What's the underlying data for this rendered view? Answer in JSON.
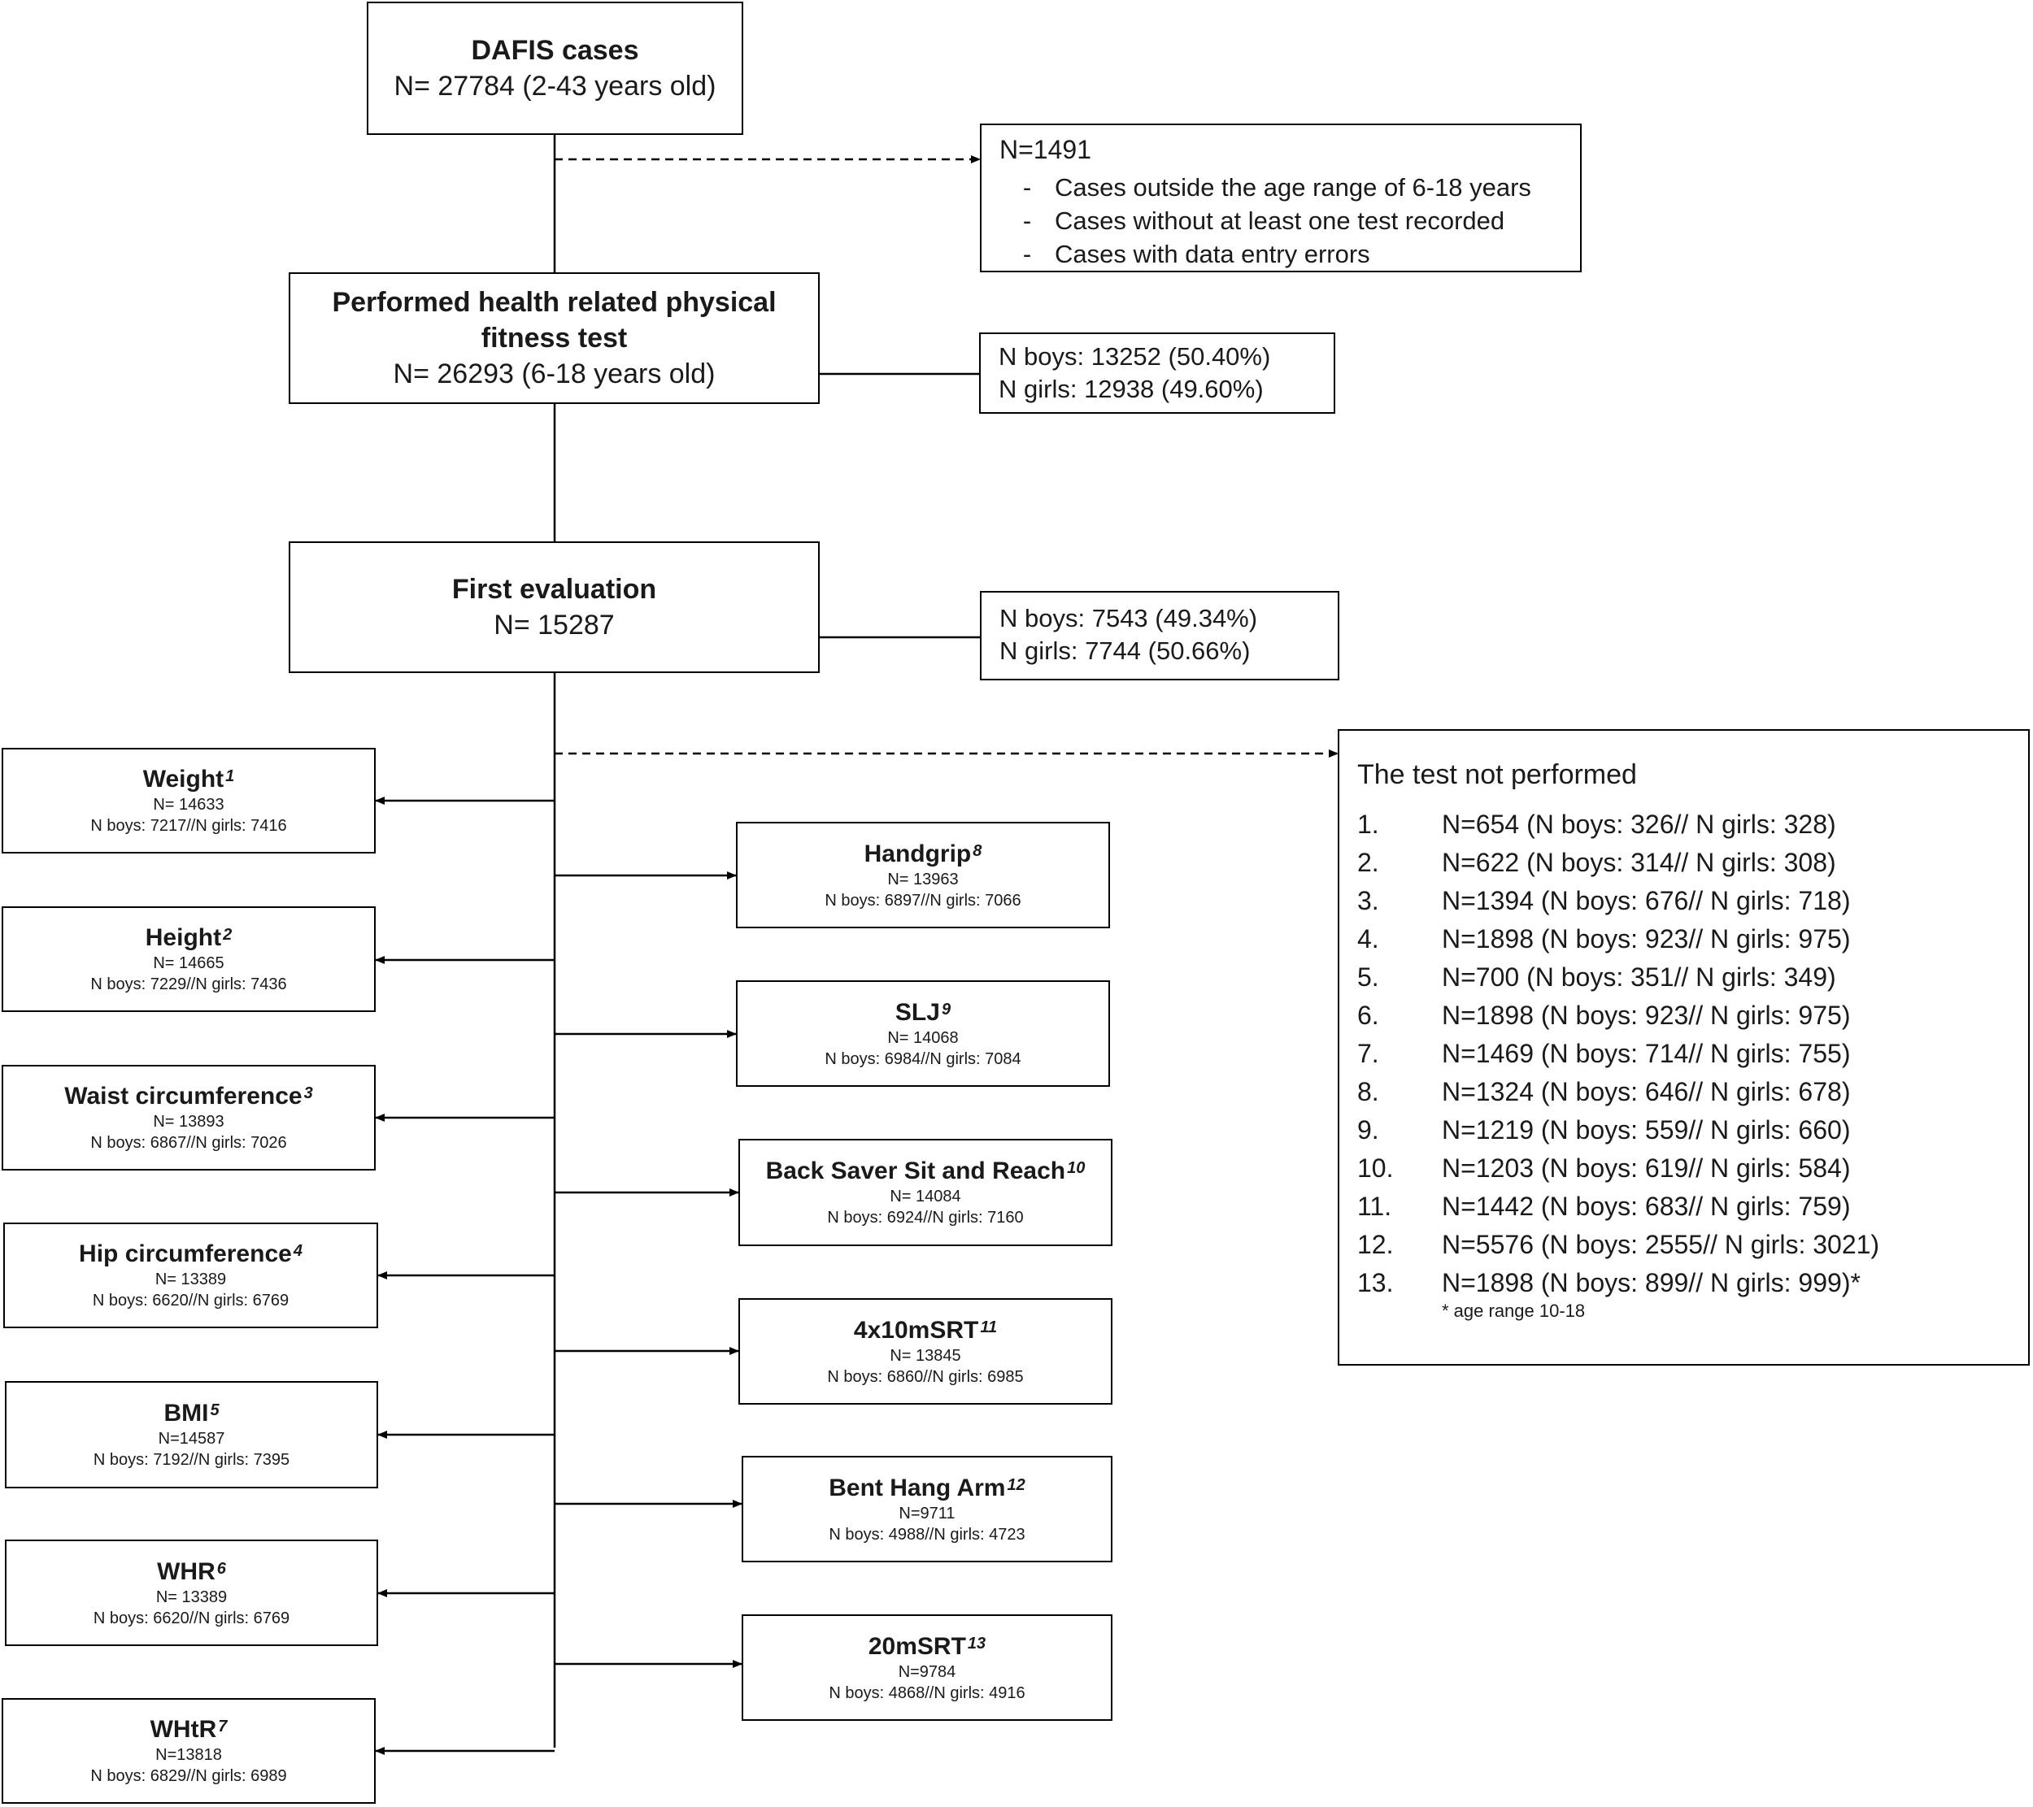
{
  "top": {
    "title": "DAFIS cases",
    "n": "N= 27784 (2-43 years old)"
  },
  "excluded": {
    "n": "N=1491",
    "dash": "-",
    "items": [
      "Cases outside the age range of 6-18 years",
      "Cases without at least one test recorded",
      "Cases with data entry errors"
    ]
  },
  "performed": {
    "title_line1": "Performed health related physical",
    "title_line2": "fitness test",
    "n": "N= 26293 (6-18 years old)",
    "sex": {
      "boys": "N boys: 13252 (50.40%)",
      "girls": "N girls: 12938 (49.60%)"
    }
  },
  "first": {
    "title": "First evaluation",
    "n": "N= 15287",
    "sex": {
      "boys": "N boys: 7543 (49.34%)",
      "girls": "N girls: 7744 (50.66%)"
    }
  },
  "left_tests": [
    {
      "name": "Weight",
      "sup": "1",
      "n": "N= 14633",
      "sex": "N boys: 7217//N girls: 7416"
    },
    {
      "name": "Height",
      "sup": "2",
      "n": "N= 14665",
      "sex": "N boys: 7229//N girls: 7436"
    },
    {
      "name": "Waist circumference",
      "sup": "3",
      "n": "N= 13893",
      "sex": "N boys: 6867//N girls: 7026"
    },
    {
      "name": "Hip circumference",
      "sup": "4",
      "n": "N= 13389",
      "sex": "N boys: 6620//N girls: 6769"
    },
    {
      "name": "BMI",
      "sup": "5",
      "n": "N=14587",
      "sex": "N boys: 7192//N girls: 7395"
    },
    {
      "name": "WHR",
      "sup": "6",
      "n": "N= 13389",
      "sex": "N boys: 6620//N girls: 6769"
    },
    {
      "name": "WHtR",
      "sup": "7",
      "n": "N=13818",
      "sex": "N boys: 6829//N girls: 6989"
    }
  ],
  "right_tests": [
    {
      "name": "Handgrip",
      "sup": "8",
      "n": "N= 13963",
      "sex": "N boys: 6897//N girls: 7066"
    },
    {
      "name": "SLJ",
      "sup": "9",
      "n": "N= 14068",
      "sex": "N boys: 6984//N girls: 7084"
    },
    {
      "name": "Back Saver Sit and Reach",
      "sup": "10",
      "n": "N= 14084",
      "sex": "N boys: 6924//N girls: 7160"
    },
    {
      "name": "4x10mSRT",
      "sup": "11",
      "n": "N= 13845",
      "sex": "N boys: 6860//N girls: 6985"
    },
    {
      "name": "Bent Hang Arm",
      "sup": "12",
      "n": "N=9711",
      "sex": "N boys: 4988//N girls: 4723"
    },
    {
      "name": "20mSRT",
      "sup": "13",
      "n": "N=9784",
      "sex": "N boys: 4868//N girls: 4916"
    }
  ],
  "not_performed": {
    "title": "The test not performed",
    "items": [
      {
        "num": "1.",
        "text": "N=654 (N boys: 326// N girls: 328)"
      },
      {
        "num": "2.",
        "text": "N=622 (N boys: 314// N girls: 308)"
      },
      {
        "num": "3.",
        "text": "N=1394 (N boys: 676// N girls: 718)"
      },
      {
        "num": "4.",
        "text": "N=1898 (N boys: 923// N girls: 975)"
      },
      {
        "num": "5.",
        "text": "N=700 (N boys: 351// N girls: 349)"
      },
      {
        "num": "6.",
        "text": "N=1898 (N boys: 923// N girls: 975)"
      },
      {
        "num": "7.",
        "text": "N=1469 (N boys: 714// N girls: 755)"
      },
      {
        "num": "8.",
        "text": "N=1324 (N boys: 646// N girls: 678)"
      },
      {
        "num": "9.",
        "text": "N=1219 (N boys: 559// N girls: 660)"
      },
      {
        "num": "10.",
        "text": "N=1203 (N boys: 619// N girls: 584)"
      },
      {
        "num": "11.",
        "text": "N=1442 (N boys: 683// N girls: 759)"
      },
      {
        "num": "12.",
        "text": "N=5576 (N boys: 2555// N girls: 3021)"
      },
      {
        "num": "13.",
        "text": "N=1898 (N boys: 899// N girls: 999)*"
      }
    ],
    "footnote": "* age range 10-18"
  }
}
